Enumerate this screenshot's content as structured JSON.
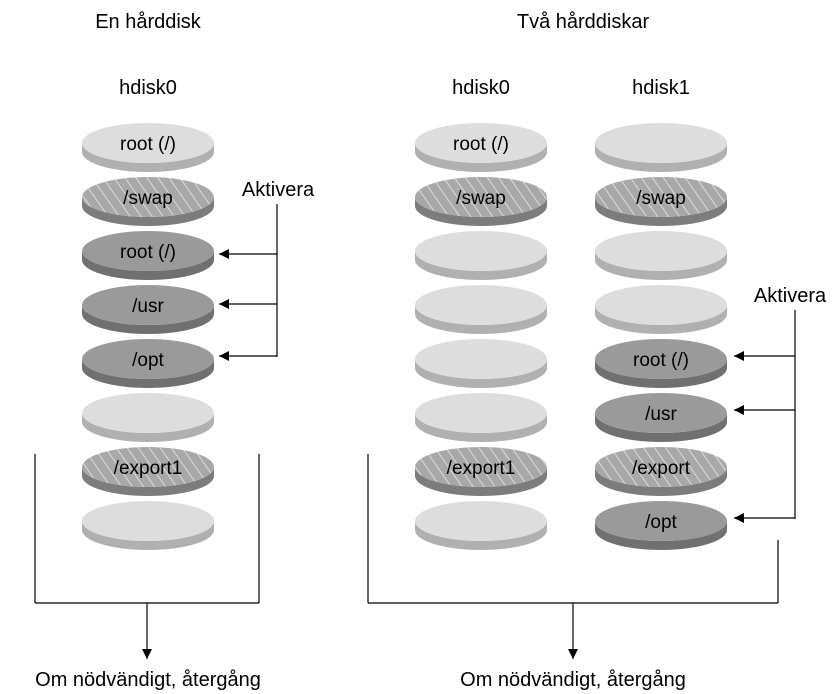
{
  "left_panel": {
    "title": "En hårddisk",
    "disks": [
      {
        "name": "hdisk0",
        "slices": [
          {
            "label": "root (/)",
            "style": "light"
          },
          {
            "label": "/swap",
            "style": "hatched"
          },
          {
            "label": "root (/)",
            "style": "dark"
          },
          {
            "label": "/usr",
            "style": "dark"
          },
          {
            "label": "/opt",
            "style": "dark"
          },
          {
            "label": "",
            "style": "light"
          },
          {
            "label": "/export1",
            "style": "hatched"
          },
          {
            "label": "",
            "style": "light"
          }
        ]
      }
    ],
    "activate_label": "Aktivera",
    "fallback_label": "Om nödvändigt, återgång"
  },
  "right_panel": {
    "title": "Två hårddiskar",
    "disks": [
      {
        "name": "hdisk0",
        "slices": [
          {
            "label": "root (/)",
            "style": "light"
          },
          {
            "label": "/swap",
            "style": "hatched"
          },
          {
            "label": "",
            "style": "light"
          },
          {
            "label": "",
            "style": "light"
          },
          {
            "label": "",
            "style": "light"
          },
          {
            "label": "",
            "style": "light"
          },
          {
            "label": "/export1",
            "style": "hatched"
          },
          {
            "label": "",
            "style": "light"
          }
        ]
      },
      {
        "name": "hdisk1",
        "slices": [
          {
            "label": "",
            "style": "light"
          },
          {
            "label": "/swap",
            "style": "hatched"
          },
          {
            "label": "",
            "style": "light"
          },
          {
            "label": "",
            "style": "light"
          },
          {
            "label": "root (/)",
            "style": "dark"
          },
          {
            "label": "/usr",
            "style": "dark"
          },
          {
            "label": "/export",
            "style": "hatched"
          },
          {
            "label": "/opt",
            "style": "dark"
          }
        ]
      }
    ],
    "activate_label": "Aktivera",
    "fallback_label": "Om nödvändigt, återgång"
  },
  "colors": {
    "light_top": "#dddddd",
    "light_side": "#b0b0b0",
    "dark_top": "#9a9a9a",
    "dark_side": "#707070",
    "hatch_bg": "#a8a8a8",
    "hatch_side": "#7c7c7c",
    "hatch_line": "#e8e8e8",
    "line": "#000000"
  }
}
